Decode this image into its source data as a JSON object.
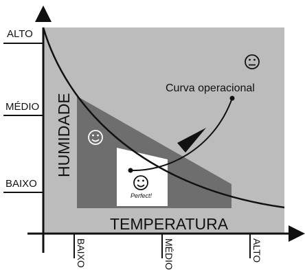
{
  "diagram": {
    "colors": {
      "background_region": "#bcbcbc",
      "inner_region": "#6e6e6e",
      "perfect_region": "#ffffff",
      "curve": "#111111"
    },
    "y_axis": {
      "title": "HUMIDADE",
      "ticks": [
        "ALTO",
        "MÉDIO",
        "BAIXO"
      ]
    },
    "x_axis": {
      "title": "TEMPERATURA",
      "ticks": [
        "BAIXO",
        "MÉDIO",
        "ALTO"
      ]
    },
    "curve_label": "Curva operacional",
    "perfect_label": "Perfect!",
    "icons": [
      "neutral-face-icon",
      "smiley-face-icon",
      "smiley-face-icon"
    ]
  }
}
